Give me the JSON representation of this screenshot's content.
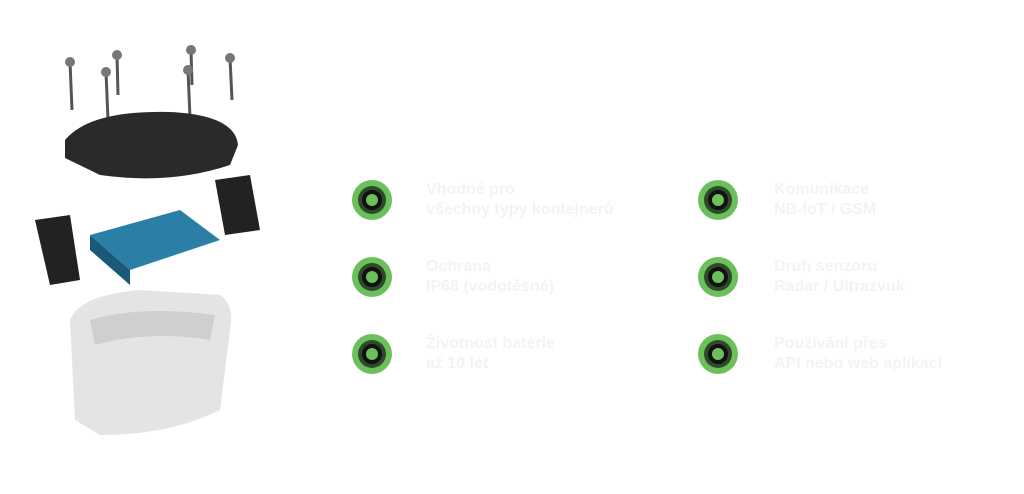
{
  "colors": {
    "accent": "#6cc05c",
    "text": "#f3f3f3"
  },
  "features": [
    {
      "title": "Vhodné pro",
      "subtitle": "všechny typy kontejnerů",
      "icon": "green-target-icon"
    },
    {
      "title": "Ochrana",
      "subtitle": "IP68 (vodotěsné)",
      "icon": "green-target-icon"
    },
    {
      "title": "Životnost baterie",
      "subtitle": "až 10 let",
      "icon": "green-target-icon"
    },
    {
      "title": "Komunikace",
      "subtitle": "NB-IoT / GSM",
      "icon": "green-target-icon"
    },
    {
      "title": "Druh senzoru",
      "subtitle": "Radar / Ultrazvuk",
      "icon": "green-target-icon"
    },
    {
      "title": "Používání přes",
      "subtitle": "API nebo web aplikaci",
      "icon": "green-target-icon"
    }
  ]
}
